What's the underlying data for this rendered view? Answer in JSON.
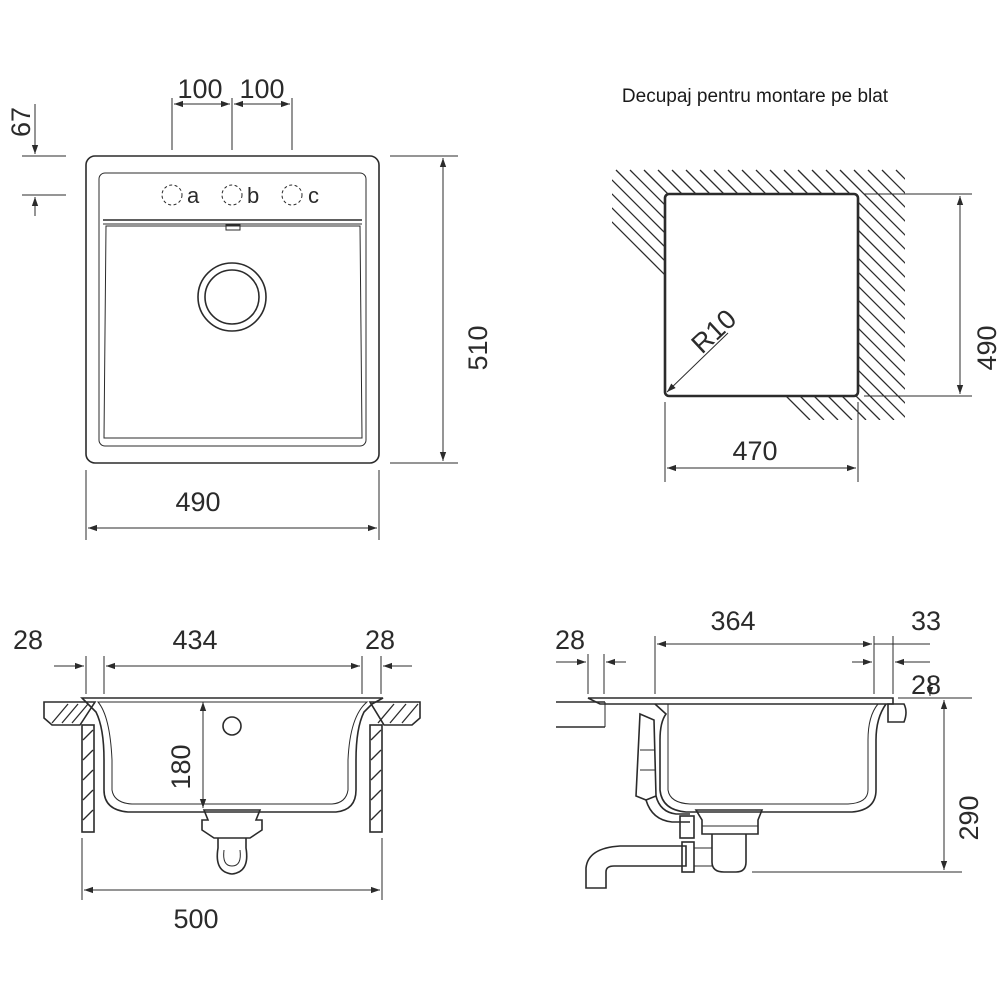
{
  "top_view": {
    "dim_left": "100",
    "dim_right": "100",
    "dim_67": "67",
    "dim_510": "510",
    "dim_490": "490",
    "hole_a": "a",
    "hole_b": "b",
    "hole_c": "c"
  },
  "cutout": {
    "title": "Decupaj pentru montare pe blat",
    "radius": "R10",
    "dim_490": "490",
    "dim_470": "470"
  },
  "front_section": {
    "dim_28_left": "28",
    "dim_434": "434",
    "dim_28_right": "28",
    "dim_180": "180",
    "dim_500": "500"
  },
  "side_section": {
    "dim_28_left": "28",
    "dim_364": "364",
    "dim_33": "33",
    "dim_28_right": "28",
    "dim_290": "290"
  }
}
